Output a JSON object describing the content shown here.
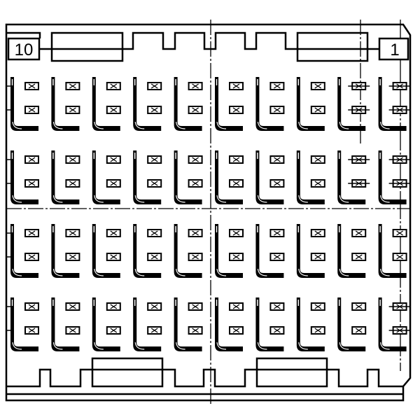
{
  "drawing": {
    "pin_label_left": "10",
    "pin_label_right": "1",
    "columns": 10,
    "rows": 4,
    "pins_per_cell": 2,
    "line_color": "#000000",
    "background": "#ffffff"
  }
}
